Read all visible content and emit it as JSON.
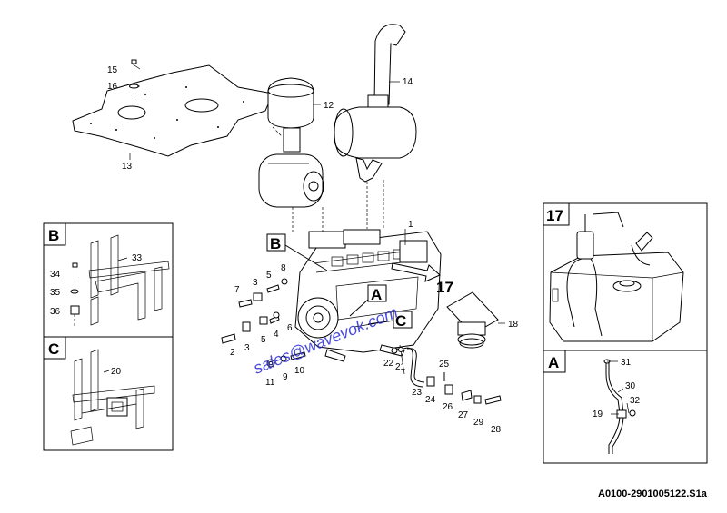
{
  "drawing_id": "A0100-2901005122.S1a",
  "watermark": "sales@wavevok.com",
  "detail_views": [
    {
      "id": "B"
    },
    {
      "id": "C"
    },
    {
      "id": "17"
    },
    {
      "id": "A"
    }
  ],
  "main_view_refs": [
    "B",
    "A",
    "C",
    "17"
  ],
  "callouts": {
    "c1": "1",
    "c2": "2",
    "c3a": "3",
    "c3b": "3",
    "c4": "4",
    "c5a": "5",
    "c5b": "5",
    "c6": "6",
    "c7": "7",
    "c8": "8",
    "c9": "9",
    "c10": "10",
    "c11": "11",
    "c12": "12",
    "c13": "13",
    "c14": "14",
    "c15": "15",
    "c16": "16",
    "c17": "17",
    "c18": "18",
    "c20": "20",
    "c21": "21",
    "c22": "22",
    "c23": "23",
    "c24": "24",
    "c25": "25",
    "c26": "26",
    "c27": "27",
    "c28": "28",
    "c29": "29",
    "b33": "33",
    "b34": "34",
    "b35": "35",
    "b36": "36",
    "a19": "19",
    "a30": "30",
    "a31": "31",
    "a32": "32"
  }
}
